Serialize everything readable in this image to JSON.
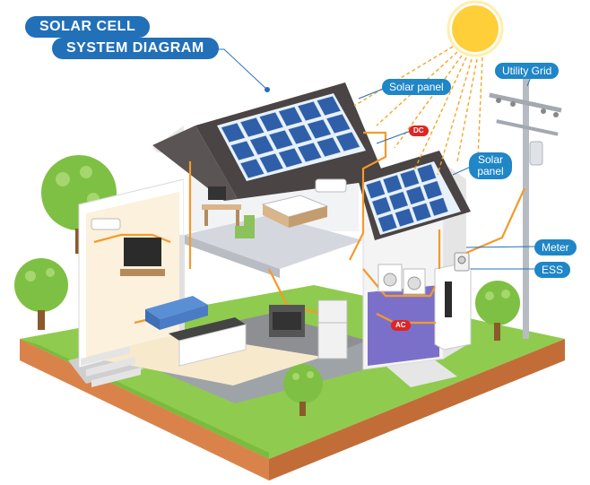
{
  "title": {
    "line1": "SOLAR CELL",
    "line2": "SYSTEM DIAGRAM"
  },
  "labels": {
    "solar_panel_top": "Solar panel",
    "dc": "DC",
    "solar_panel_side": "Solar panel",
    "utility_grid": "Utility Grid",
    "meter": "Meter",
    "ess": "ESS",
    "ac": "AC"
  },
  "colors": {
    "label_pill": "#1f86c7",
    "title_pill": "#2170b8",
    "tag_red": "#e02424",
    "wire": "#f39a2b",
    "grass": "#8fcb4e",
    "soil": "#d9834b",
    "panel": "#2f5fa8",
    "roof": "#4a4444",
    "sun": "#ffcf3a"
  },
  "icons": [
    "sun-icon",
    "solar-panel-icon",
    "utility-pole-icon",
    "meter-icon",
    "ess-battery-icon",
    "tree-icon"
  ]
}
